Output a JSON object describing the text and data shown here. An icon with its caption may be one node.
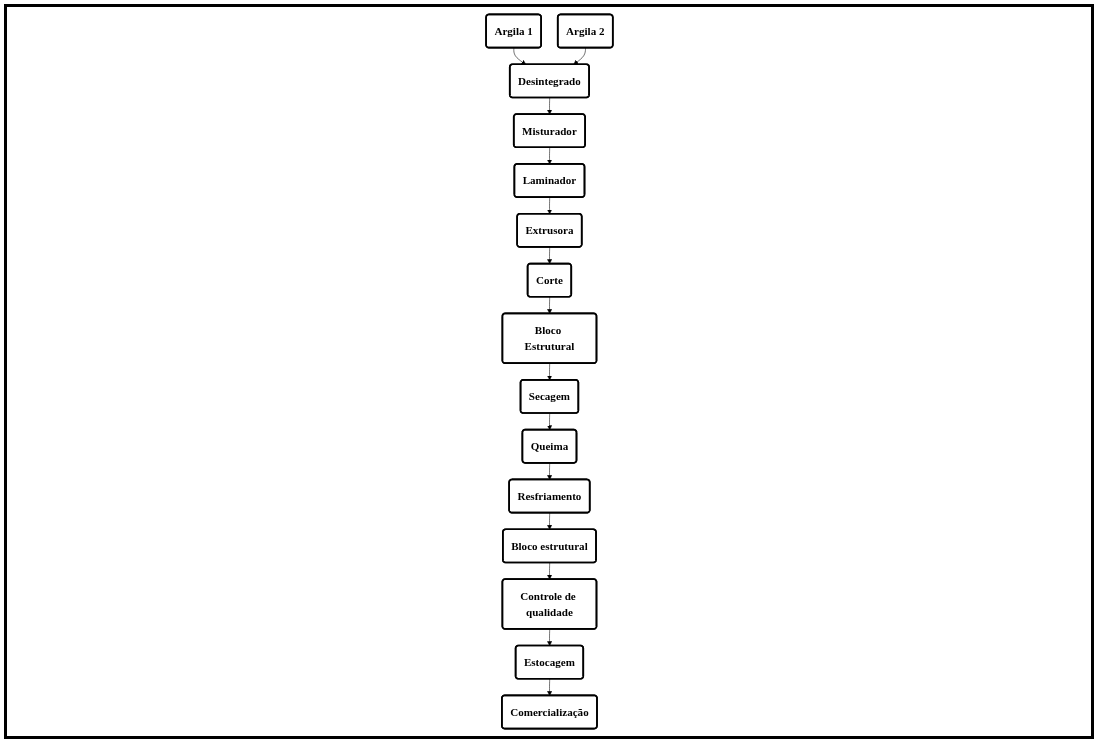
{
  "diagram": {
    "nodes": [
      {
        "text": [
          "Argila 1"
        ]
      },
      {
        "text": [
          "Argila 2"
        ]
      },
      {
        "text": [
          "Desintegrado"
        ]
      },
      {
        "text": [
          "Misturador"
        ]
      },
      {
        "text": [
          "Laminador"
        ]
      },
      {
        "text": [
          "Bloco Estrutural"
        ]
      },
      {
        "text": [
          "Corte"
        ]
      },
      {
        "text": [
          "Extrusora"
        ]
      },
      {
        "text": [
          "Secagem"
        ]
      },
      {
        "text": [
          "Queima"
        ]
      },
      {
        "text": [
          "Resfriamento"
        ]
      },
      {
        "text": [
          "Estocagem"
        ]
      },
      {
        "text": [
          "Controle de qualidade"
        ]
      },
      {
        "text": [
          "Bloco estrutural"
        ]
      },
      {
        "text": [
          "Comercialização"
        ]
      }
    ],
    "edges": [
      {
        "from": 0,
        "to": 2,
        "arrow": "to"
      },
      {
        "from": 1,
        "to": 2,
        "arrow": "to"
      },
      {
        "from": 2,
        "to": 3,
        "arrow": "to"
      },
      {
        "from": 3,
        "to": 4,
        "arrow": "to"
      },
      {
        "from": 4,
        "to": 7,
        "arrow": "to"
      },
      {
        "from": 7,
        "to": 6,
        "arrow": "to"
      },
      {
        "from": 6,
        "to": 5,
        "arrow": "to"
      },
      {
        "from": 5,
        "to": 8,
        "arrow": "to"
      },
      {
        "from": 8,
        "to": 9,
        "arrow": "to"
      },
      {
        "from": 9,
        "to": 10,
        "arrow": "to"
      },
      {
        "from": 10,
        "to": 13,
        "arrow": "to"
      },
      {
        "from": 13,
        "to": 12,
        "arrow": "to"
      },
      {
        "from": 12,
        "to": 11,
        "arrow": "to"
      },
      {
        "from": 11,
        "to": 14,
        "arrow": "to"
      }
    ]
  }
}
